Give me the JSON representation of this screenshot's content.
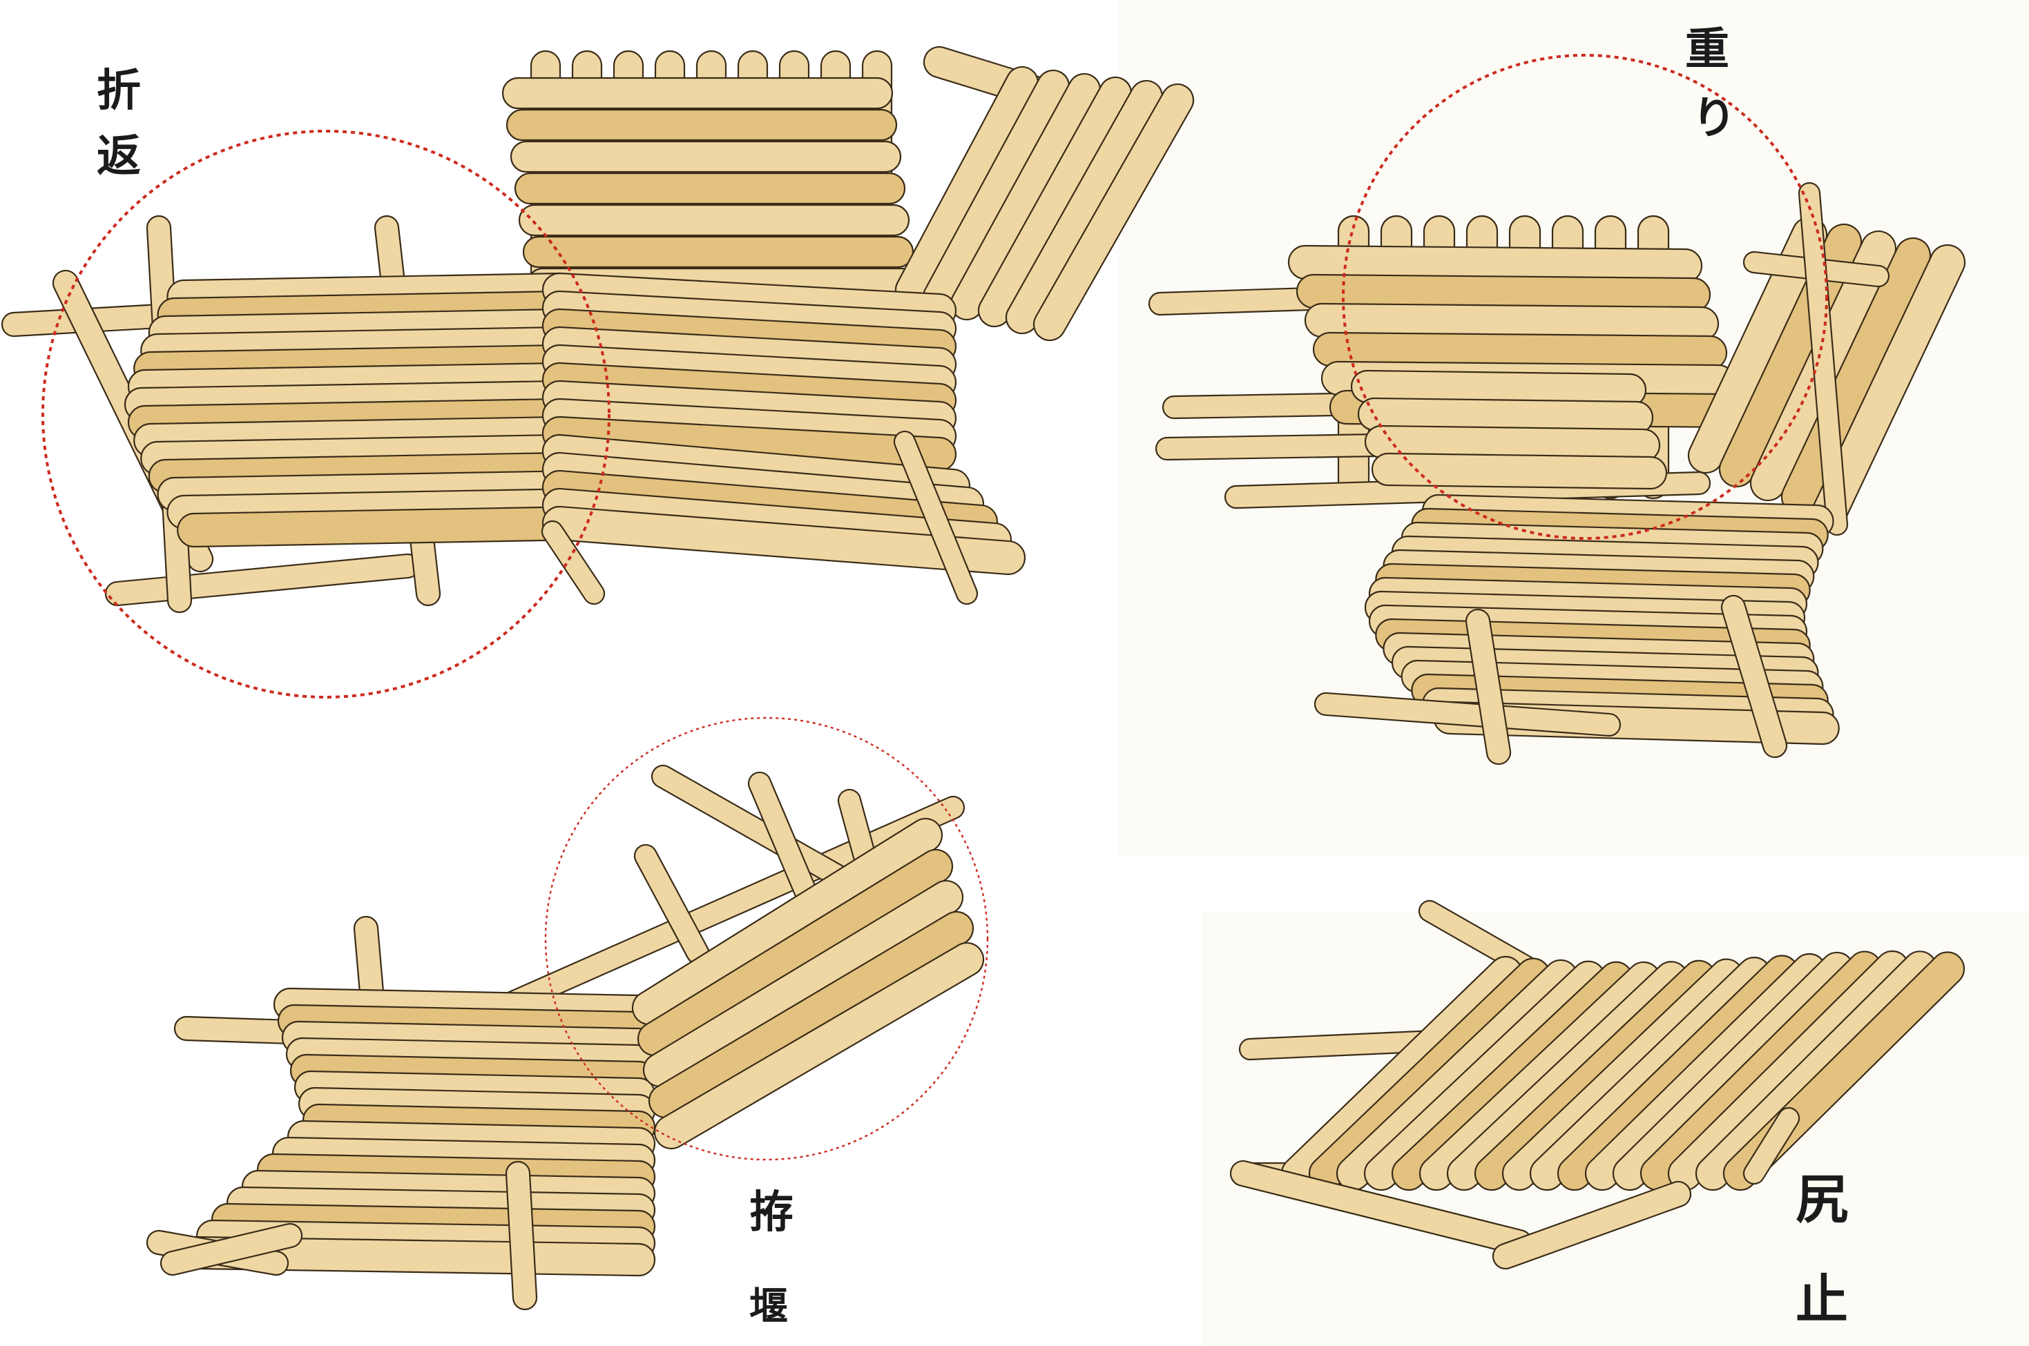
{
  "colors": {
    "wood": "#efd7a4",
    "wood_dark": "#e3c27f",
    "outline": "#3a2c18",
    "circle": "#cc2a1e",
    "ink": "#1b1b1b"
  },
  "panels": {
    "top_left": {
      "labels": [
        "折",
        "返"
      ]
    },
    "top_right": {
      "labels": [
        "重",
        "り"
      ]
    },
    "bottom_left": {
      "labels": [
        "拵",
        "堰"
      ]
    },
    "bottom_right": {
      "labels": [
        "尻",
        "止"
      ]
    }
  }
}
